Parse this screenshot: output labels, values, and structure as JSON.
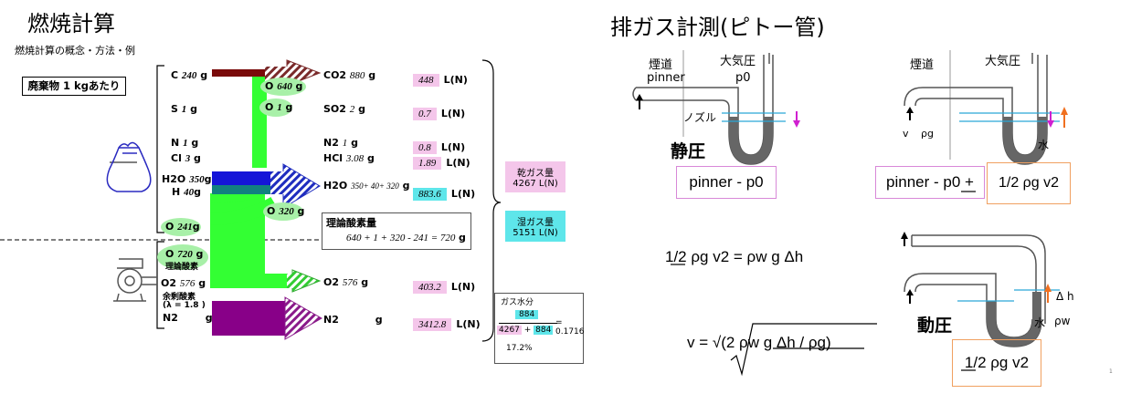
{
  "left": {
    "title": "燃焼計算",
    "subtitle": "燃焼計算の概念・方法・例",
    "basis": "廃棄物 1 kgあたり",
    "inputs": [
      {
        "sym": "C",
        "val": "240",
        "unit": "g"
      },
      {
        "sym": "S",
        "val": "1",
        "unit": "g"
      },
      {
        "sym": "N",
        "val": "1",
        "unit": "g"
      },
      {
        "sym": "Cl",
        "val": "3",
        "unit": "g"
      },
      {
        "sym": "H2O",
        "val": "350",
        "unit": "g"
      },
      {
        "sym": "H",
        "val": "40",
        "unit": "g"
      },
      {
        "sym": "O",
        "val": "241",
        "unit": "g"
      }
    ],
    "oxygen_labels": [
      {
        "sym": "O",
        "val": "640",
        "unit": "g"
      },
      {
        "sym": "O",
        "val": "1",
        "unit": "g"
      },
      {
        "sym": "O",
        "val": "320",
        "unit": "g"
      }
    ],
    "outputs": [
      {
        "sym": "CO2",
        "val": "880",
        "unit": "g",
        "vol": "448",
        "vunit": "L(N)",
        "color": "#f4c6ea"
      },
      {
        "sym": "SO2",
        "val": "2",
        "unit": "g",
        "vol": "0.7",
        "vunit": "L(N)",
        "color": "#f4c6ea"
      },
      {
        "sym": "N2",
        "val": "1",
        "unit": "g",
        "vol": "0.8",
        "vunit": "L(N)",
        "color": "#f4c6ea"
      },
      {
        "sym": "HCl",
        "val": "3.08",
        "unit": "g",
        "vol": "1.89",
        "vunit": "L(N)",
        "color": "#f4c6ea"
      },
      {
        "sym": "H2O",
        "val": "350+ 40+ 320",
        "unit": "g",
        "vol": "883.6",
        "vunit": "L(N)",
        "color": "#5ee6ea"
      },
      {
        "sym": "O2",
        "val": "576",
        "unit": "g",
        "vol": "403.2",
        "vunit": "L(N)",
        "color": "#f4c6ea"
      },
      {
        "sym": "N2",
        "val": "",
        "unit": "g",
        "vol": "3412.8",
        "vunit": "L(N)",
        "color": "#f4c6ea"
      }
    ],
    "theoretical_o2": {
      "label": "理論酸素量",
      "formula": "640 + 1 + 320 - 241 = 720",
      "unit": "g"
    },
    "air_inputs": {
      "o_theory": {
        "sym": "O",
        "val": "720",
        "unit": "g",
        "label": "理論酸素"
      },
      "o2_excess": {
        "sym": "O2",
        "val": "576",
        "unit": "g",
        "label": "余剰酸素",
        "lambda": "(λ = 1.8 )"
      },
      "n2": {
        "sym": "N2",
        "unit": "g"
      }
    },
    "dry_gas": {
      "label": "乾ガス量",
      "value": "4267 L(N)"
    },
    "wet_gas": {
      "label": "湿ガス量",
      "value": "5151 L(N)"
    },
    "moisture": {
      "label": "ガス水分",
      "num": "884",
      "den_a": "4267",
      "den_b": "884",
      "result": "0.1716",
      "percent": "17.2%"
    }
  },
  "right": {
    "title": "排ガス計測(ピトー管)",
    "static": {
      "flue": "煙道",
      "atm": "大気圧",
      "p_inner": "pinner",
      "p0": "p0",
      "nozzle": "ノズル",
      "label": "静圧",
      "formula": "pinner - p0"
    },
    "static_dyn": {
      "flue": "煙道",
      "atm": "大気圧",
      "v": "v",
      "rho": "ρg",
      "water": "水",
      "formula_a": "pinner - p0 +",
      "formula_b": "1/2 ρg v2"
    },
    "bernoulli": "1/2 ρg v2 = ρw g Δh",
    "velocity": "v = √(2 ρw g Δh / ρg)",
    "dynamic": {
      "label": "動圧",
      "dh": "Δ h",
      "water": "水",
      "rho_w": "ρw",
      "formula": "1/2 ρg v2"
    },
    "footnote": "1"
  }
}
